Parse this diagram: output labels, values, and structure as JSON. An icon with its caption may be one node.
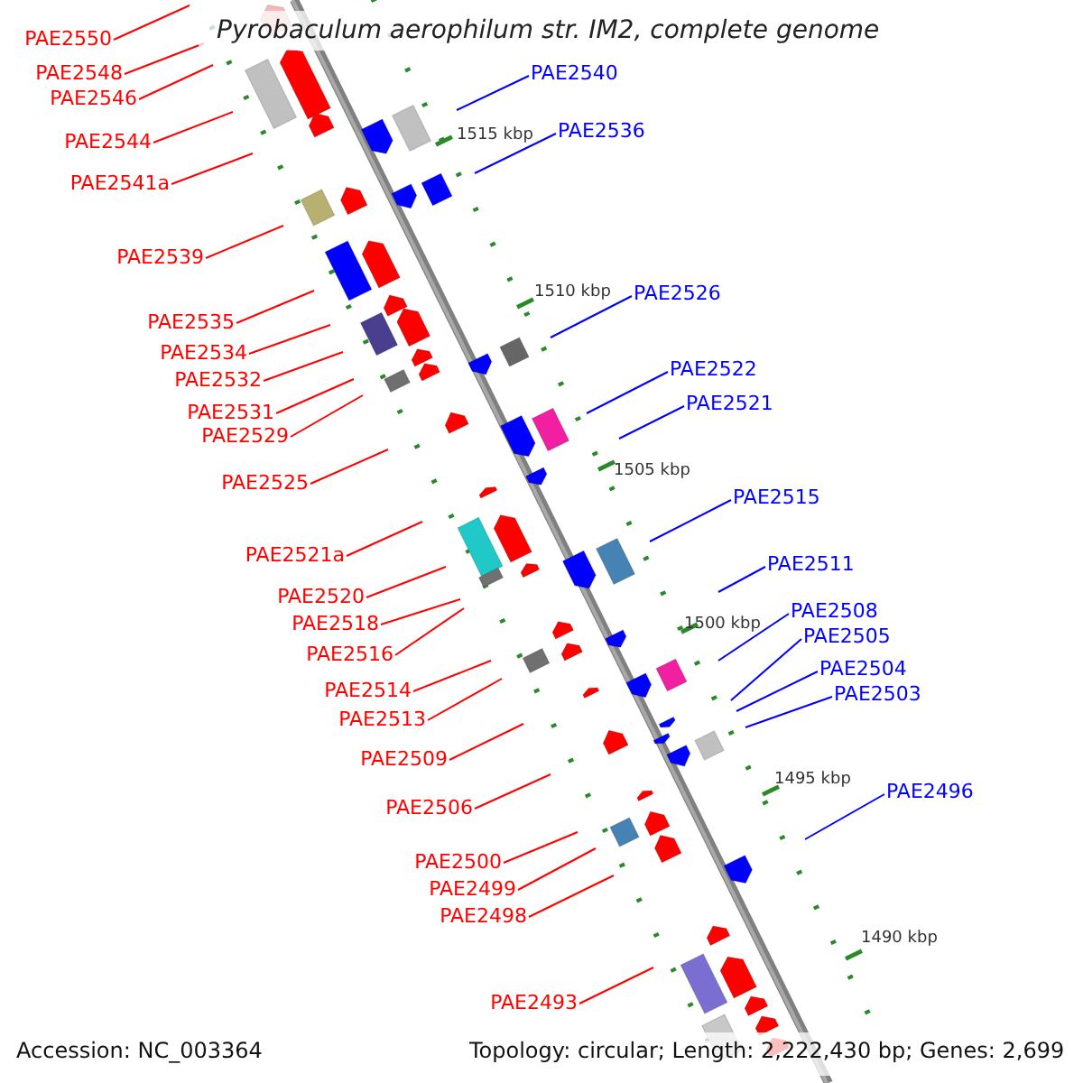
{
  "diagram": {
    "title": "Pyrobaculum aerophilum str. IM2, complete genome",
    "nodes": [
      {
        "text": [
          "PAE2550"
        ]
      },
      {
        "text": [
          "PAE2540"
        ]
      },
      {
        "text": [
          "PAE2548"
        ]
      },
      {
        "text": [
          "PAE2546"
        ]
      },
      {
        "text": [
          "PAE2536"
        ]
      },
      {
        "text": [
          "PAE2544"
        ]
      },
      {
        "text": [
          "PAE2541a"
        ]
      },
      {
        "text": [
          "PAE2539"
        ]
      },
      {
        "text": [
          "PAE2526"
        ]
      },
      {
        "text": [
          "PAE2535"
        ]
      },
      {
        "text": [
          "PAE2534"
        ]
      },
      {
        "text": [
          "PAE2522"
        ]
      },
      {
        "text": [
          "PAE2532"
        ]
      },
      {
        "text": [
          "PAE2521"
        ]
      },
      {
        "text": [
          "PAE2531"
        ]
      },
      {
        "text": [
          "PAE2529"
        ]
      },
      {
        "text": [
          "PAE2525"
        ]
      },
      {
        "text": [
          "PAE2515"
        ]
      },
      {
        "text": [
          "PAE2521a"
        ]
      },
      {
        "text": [
          "PAE2511"
        ]
      },
      {
        "text": [
          "PAE2520"
        ]
      },
      {
        "text": [
          "PAE2508"
        ]
      },
      {
        "text": [
          "PAE2518"
        ]
      },
      {
        "text": [
          "PAE2505"
        ]
      },
      {
        "text": [
          "PAE2516"
        ]
      },
      {
        "text": [
          "PAE2504"
        ]
      },
      {
        "text": [
          "PAE2514"
        ]
      },
      {
        "text": [
          "PAE2503"
        ]
      },
      {
        "text": [
          "PAE2513"
        ]
      },
      {
        "text": [
          "PAE2509"
        ]
      },
      {
        "text": [
          "PAE2496"
        ]
      },
      {
        "text": [
          "PAE2506"
        ]
      },
      {
        "text": [
          "PAE2500"
        ]
      },
      {
        "text": [
          "PAE2499"
        ]
      },
      {
        "text": [
          "PAE2498"
        ]
      },
      {
        "text": [
          "PAE2493"
        ]
      }
    ],
    "edges": [
      {
        "from": 0,
        "to": null,
        "arrow": "none"
      },
      {
        "from": 1,
        "to": null,
        "arrow": "none",
        "color": "#0000ff"
      },
      {
        "from": 2,
        "to": null,
        "arrow": "none"
      },
      {
        "from": 3,
        "to": null,
        "arrow": "none"
      },
      {
        "from": 4,
        "to": null,
        "arrow": "none",
        "color": "#0000ff"
      },
      {
        "from": 5,
        "to": null,
        "arrow": "none"
      },
      {
        "from": 6,
        "to": null,
        "arrow": "none"
      },
      {
        "from": 7,
        "to": null,
        "arrow": "none"
      },
      {
        "from": 8,
        "to": null,
        "arrow": "none",
        "color": "#0000ff"
      },
      {
        "from": 9,
        "to": null,
        "arrow": "none"
      },
      {
        "from": 10,
        "to": null,
        "arrow": "none"
      },
      {
        "from": 11,
        "to": null,
        "arrow": "none",
        "color": "#0000ff"
      },
      {
        "from": 12,
        "to": null,
        "arrow": "none"
      },
      {
        "from": 13,
        "to": null,
        "arrow": "none",
        "color": "#0000ff"
      },
      {
        "from": 14,
        "to": null,
        "arrow": "none"
      },
      {
        "from": 15,
        "to": null,
        "arrow": "none"
      },
      {
        "from": 16,
        "to": null,
        "arrow": "none"
      },
      {
        "from": 17,
        "to": null,
        "arrow": "none",
        "color": "#0000ff"
      },
      {
        "from": 18,
        "to": null,
        "arrow": "none"
      },
      {
        "from": 19,
        "to": null,
        "arrow": "none",
        "color": "#0000ff"
      },
      {
        "from": 20,
        "to": null,
        "arrow": "none"
      },
      {
        "from": 21,
        "to": null,
        "arrow": "none",
        "color": "#0000ff"
      },
      {
        "from": 22,
        "to": null,
        "arrow": "none"
      },
      {
        "from": 23,
        "to": null,
        "arrow": "none",
        "color": "#0000ff"
      },
      {
        "from": 24,
        "to": null,
        "arrow": "none"
      },
      {
        "from": 25,
        "to": null,
        "arrow": "none",
        "color": "#0000ff"
      },
      {
        "from": 26,
        "to": null,
        "arrow": "none"
      },
      {
        "from": 27,
        "to": null,
        "arrow": "none",
        "color": "#0000ff"
      },
      {
        "from": 28,
        "to": null,
        "arrow": "none"
      },
      {
        "from": 29,
        "to": null,
        "arrow": "none"
      },
      {
        "from": 30,
        "to": null,
        "arrow": "none",
        "color": "#0000ff"
      },
      {
        "from": 31,
        "to": null,
        "arrow": "none"
      },
      {
        "from": 32,
        "to": null,
        "arrow": "none"
      },
      {
        "from": 33,
        "to": null,
        "arrow": "none"
      },
      {
        "from": 34,
        "to": null,
        "arrow": "none"
      },
      {
        "from": 35,
        "to": null,
        "arrow": "none"
      }
    ],
    "labels": [
      "1515 kbp",
      "1510 kbp",
      "1505 kbp",
      "1500 kbp",
      "1495 kbp",
      "1490 kbp",
      "Accession: NC_003364",
      "Topology: circular; Length: 2,222,430 bp; Genes: 2,699"
    ]
  }
}
